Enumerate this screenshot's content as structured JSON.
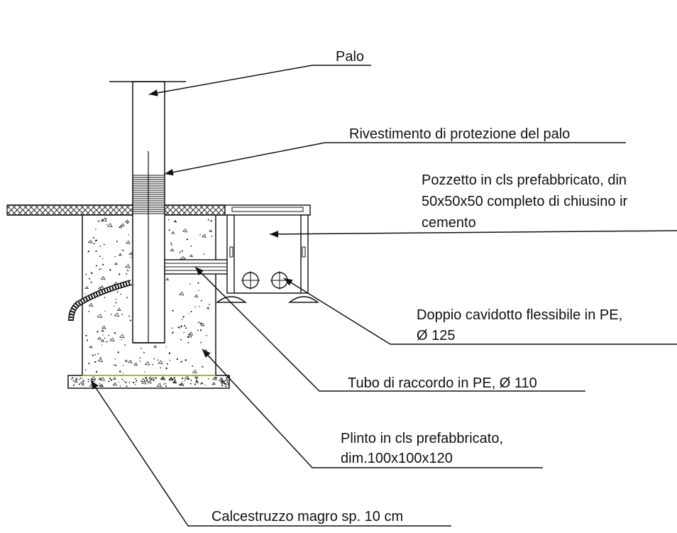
{
  "labels": {
    "palo": "Palo",
    "rivestimento": "Rivestimento di protezione del palo",
    "pozzetto_line1": "Pozzetto in cls prefabbricato, din",
    "pozzetto_line2": "50x50x50 completo di chiusino ir",
    "pozzetto_line3": "cemento",
    "cavidotto_line1": "Doppio cavidotto flessibile in PE,",
    "cavidotto_line2": "Ø 125",
    "tubo": "Tubo di raccordo in PE, Ø 110",
    "plinto_line1": "Plinto in cls prefabbricato,",
    "plinto_line2": "dim.100x100x120",
    "calcestruzzo": "Calcestruzzo magro sp. 10 cm"
  },
  "colors": {
    "ink": "#111111",
    "background": "#ffffff",
    "accent_line": "#b5b02a"
  }
}
